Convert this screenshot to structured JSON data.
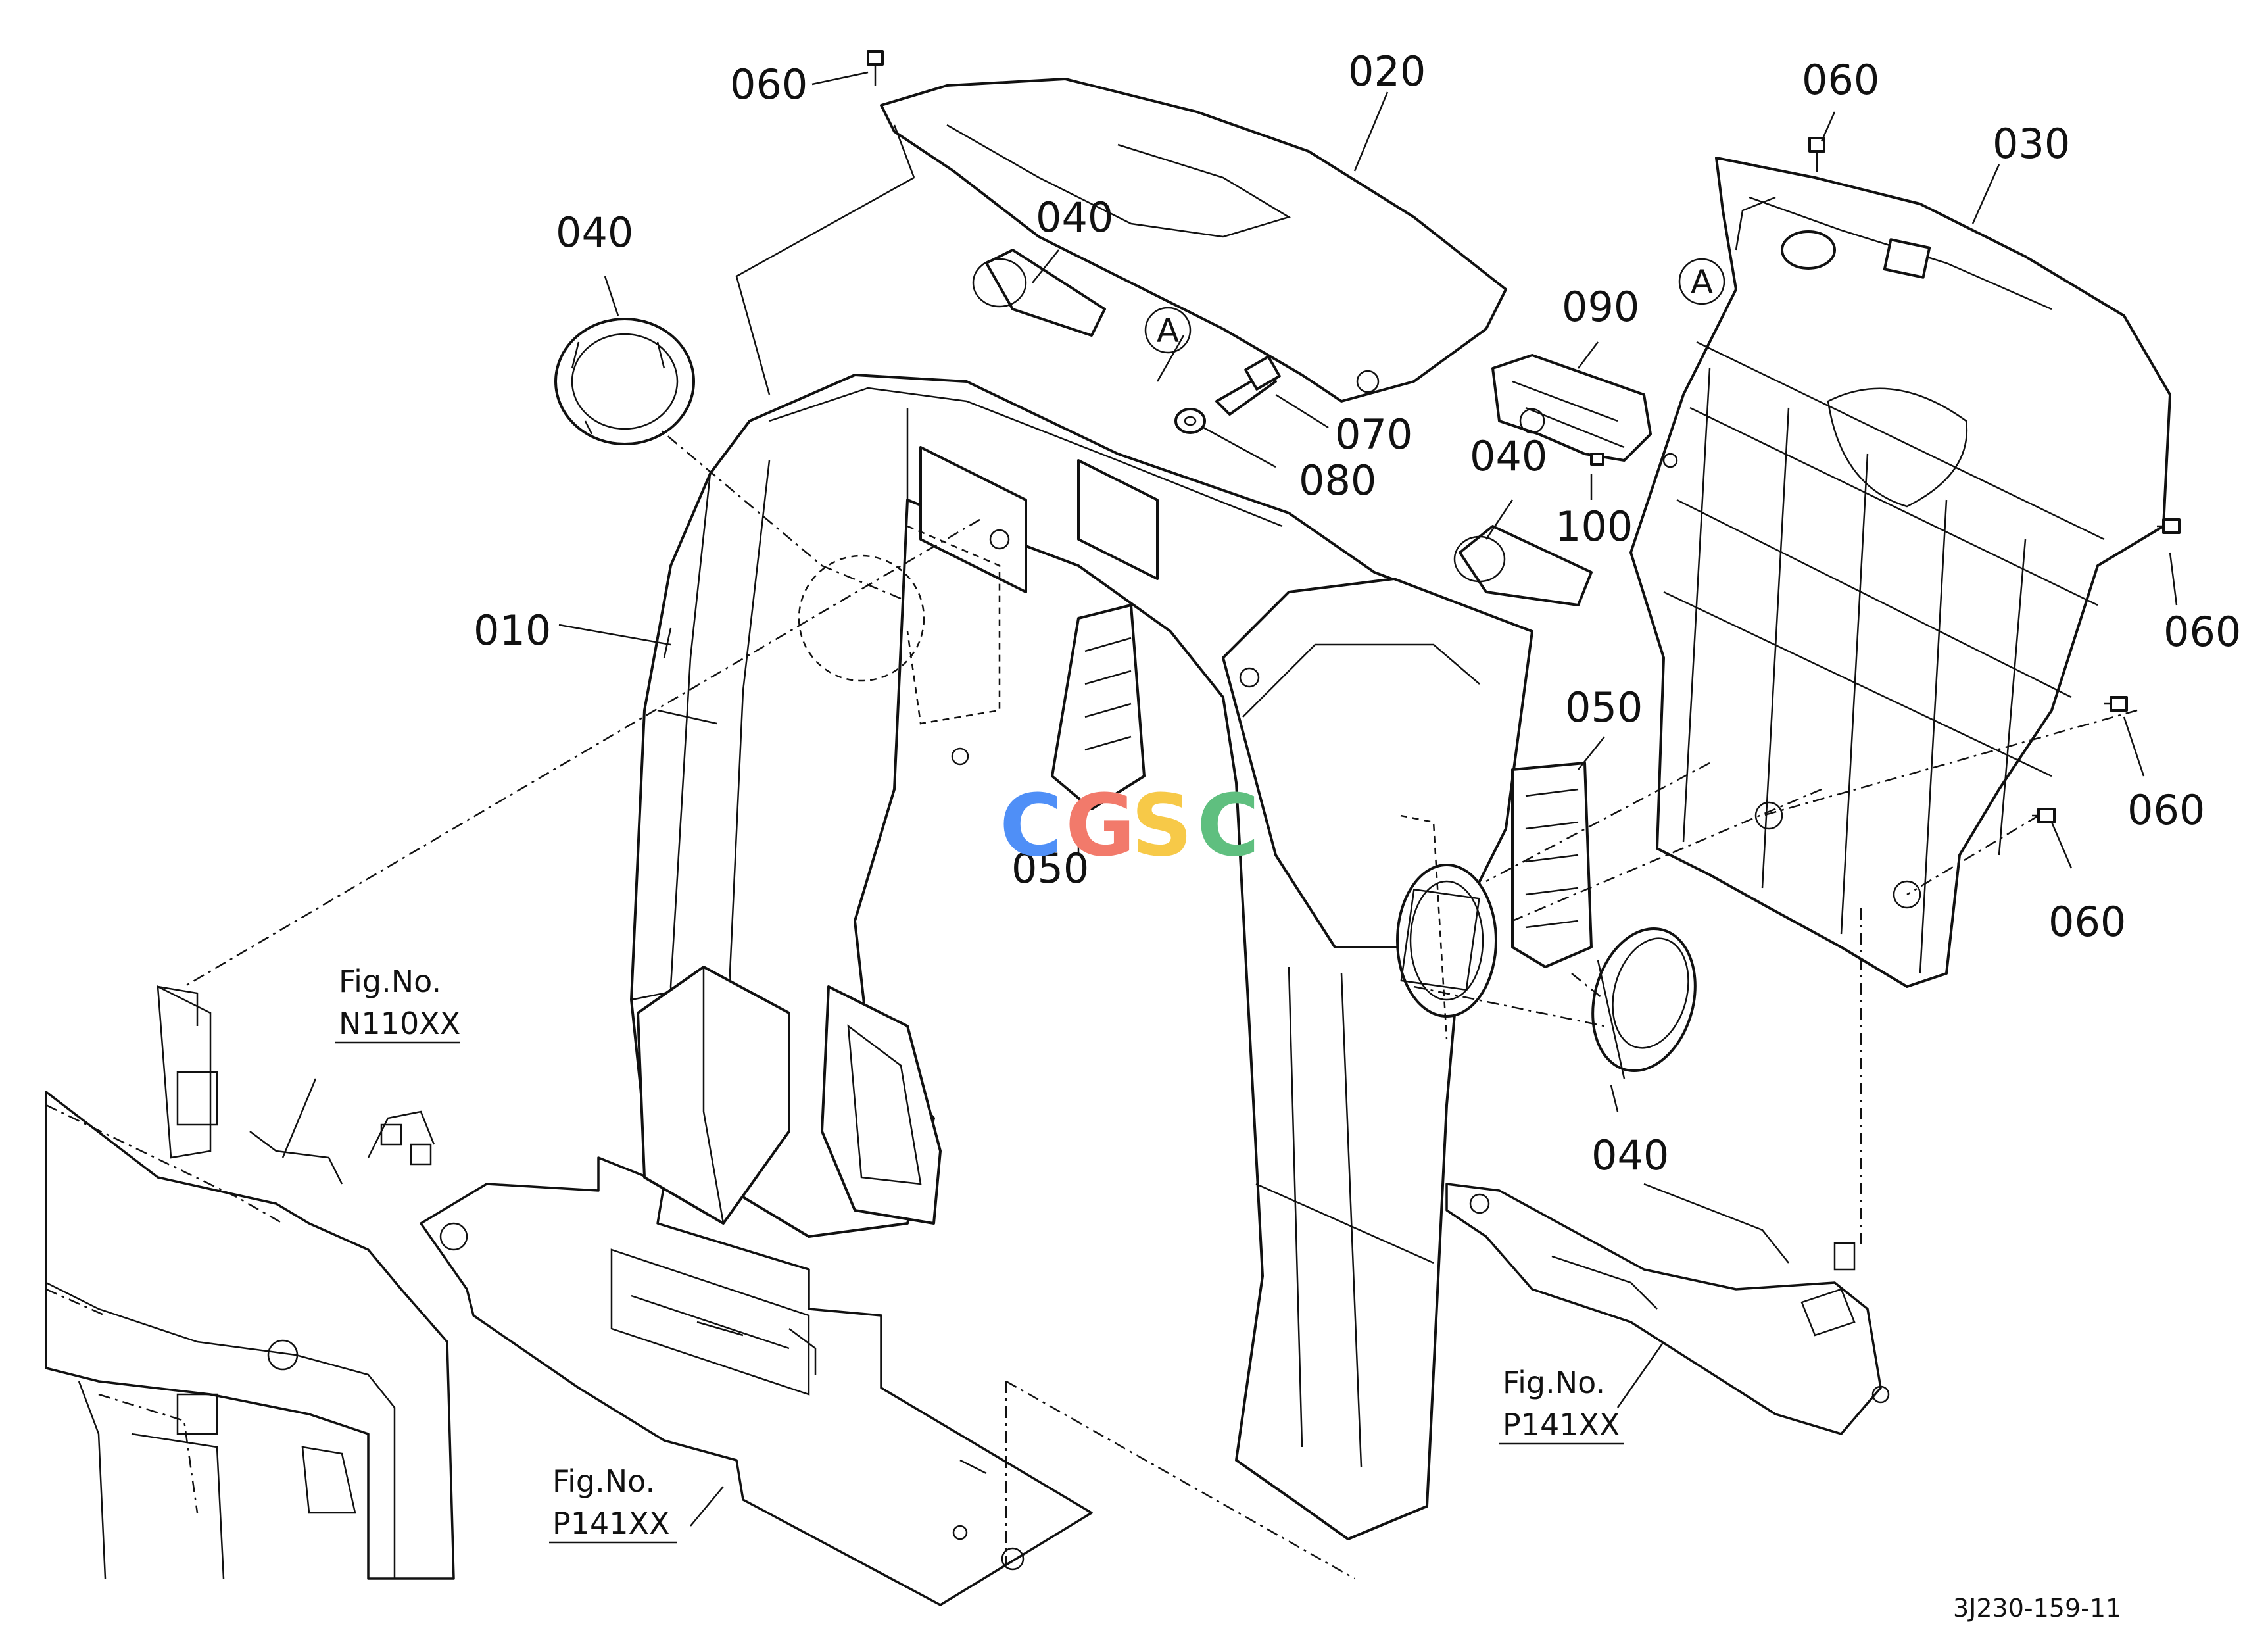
{
  "parts": {
    "p010": "010",
    "p020": "020",
    "p030": "030",
    "p040a": "040",
    "p040b": "040",
    "p040c": "040",
    "p040d": "040",
    "p050a": "050",
    "p050b": "050",
    "p060a": "060",
    "p060b": "060",
    "p060c": "060",
    "p060d": "060",
    "p060e": "060",
    "p070": "070",
    "p080": "080",
    "p090": "090",
    "p100": "100"
  },
  "callouts": {
    "a_left": "A",
    "a_right": "A"
  },
  "figure_refs": {
    "n110": {
      "caption": "Fig.No.",
      "number": "N110XX"
    },
    "p141_left": {
      "caption": "Fig.No.",
      "number": "P141XX"
    },
    "p141_right": {
      "caption": "Fig.No.",
      "number": "P141XX"
    }
  },
  "drawing_code": "3J230-159-11",
  "watermark": {
    "letters": [
      "C",
      "G",
      "S",
      "C"
    ],
    "colors": [
      "#4f8ff7",
      "#f27a6b",
      "#f7c948",
      "#5fbf7f"
    ]
  }
}
